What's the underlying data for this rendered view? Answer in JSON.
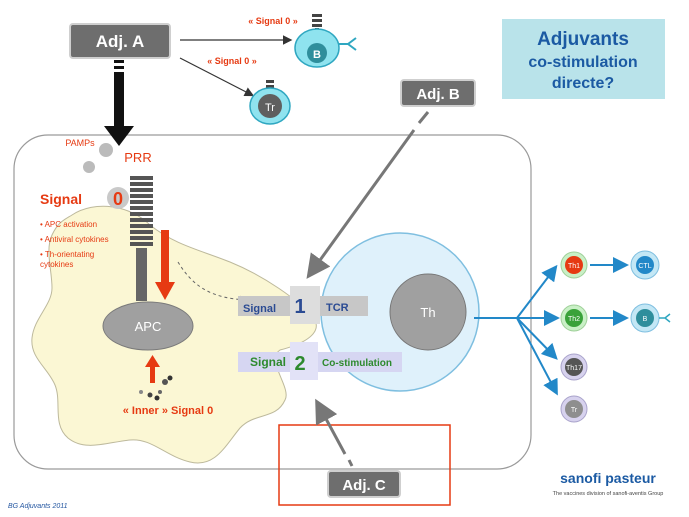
{
  "title_box": {
    "line1": "Adjuvants",
    "line2": "co-stimulation",
    "line3": "directe?"
  },
  "adjuvants": {
    "a": "Adj. A",
    "b": "Adj. B",
    "c": "Adj. C"
  },
  "signal0_labels": {
    "to_b": "« Signal 0 »",
    "to_tr": "« Signal 0 »"
  },
  "cells": {
    "b": "B",
    "tr_top": "Tr",
    "apc": "APC",
    "th": "Th",
    "th1": "Th1",
    "th2": "Th2",
    "th17": "Th17",
    "tr": "Tr",
    "ctl": "CTL",
    "b_small": "B"
  },
  "pamps": "PAMPs",
  "prr": "PRR",
  "signal0": {
    "word": "Signal",
    "num": "0"
  },
  "bullets": [
    "• APC activation",
    "• Antiviral cytokines",
    "• Th-orientating",
    "cytokines"
  ],
  "signal1": {
    "word": "Signal",
    "num": "1",
    "receptor": "TCR"
  },
  "signal2": {
    "word": "Signal",
    "num": "2",
    "receptor": "Co-stimulation"
  },
  "inner_signal": "« Inner » Signal 0",
  "brand": {
    "name": "sanofi pasteur",
    "tagline": "The vaccines division of sanofi-aventis Group"
  },
  "footer": "BG Adjuvants 2011",
  "colors": {
    "title_bg": "#b9e3ea",
    "title_text": "#1b5aa3",
    "adj_box": "#6e6e6e",
    "signal_red": "#e63a12",
    "arrow_blue": "#2288c8"
  }
}
